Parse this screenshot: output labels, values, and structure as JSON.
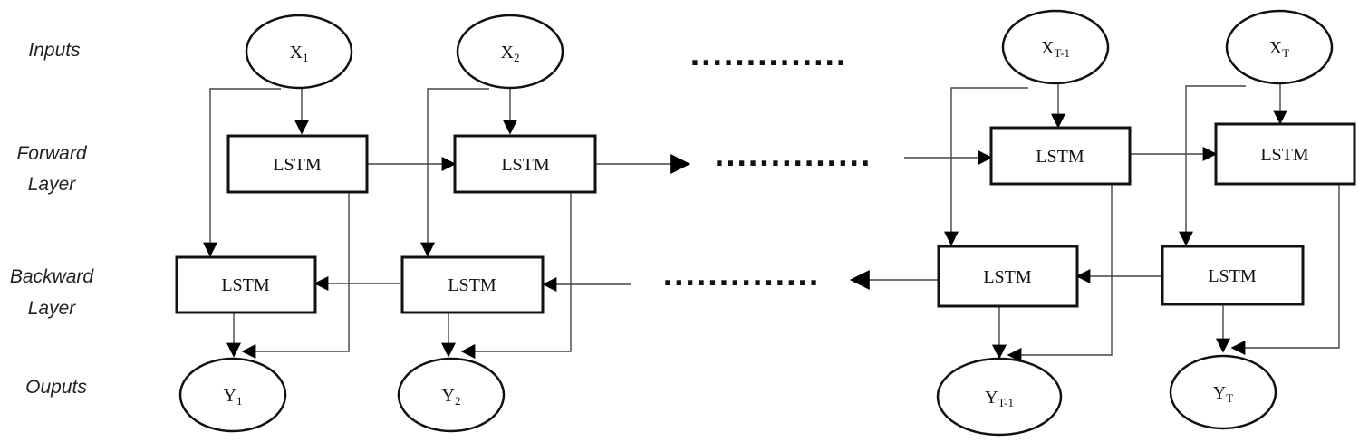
{
  "row_labels": {
    "inputs": "Inputs",
    "forward_1": "Forward",
    "forward_2": "Layer",
    "backward_1": "Backward",
    "backward_2": "Layer",
    "outputs": "Ouputs"
  },
  "cell_label": "LSTM",
  "ellipsis": "..............",
  "inputs": [
    {
      "base": "X",
      "sub": "1"
    },
    {
      "base": "X",
      "sub": "2"
    },
    {
      "base": "X",
      "sub": "T-1"
    },
    {
      "base": "X",
      "sub": "T"
    }
  ],
  "outputs": [
    {
      "base": "Y",
      "sub": "1"
    },
    {
      "base": "Y",
      "sub": "2"
    },
    {
      "base": "Y",
      "sub": "T-1"
    },
    {
      "base": "Y",
      "sub": "T"
    }
  ]
}
